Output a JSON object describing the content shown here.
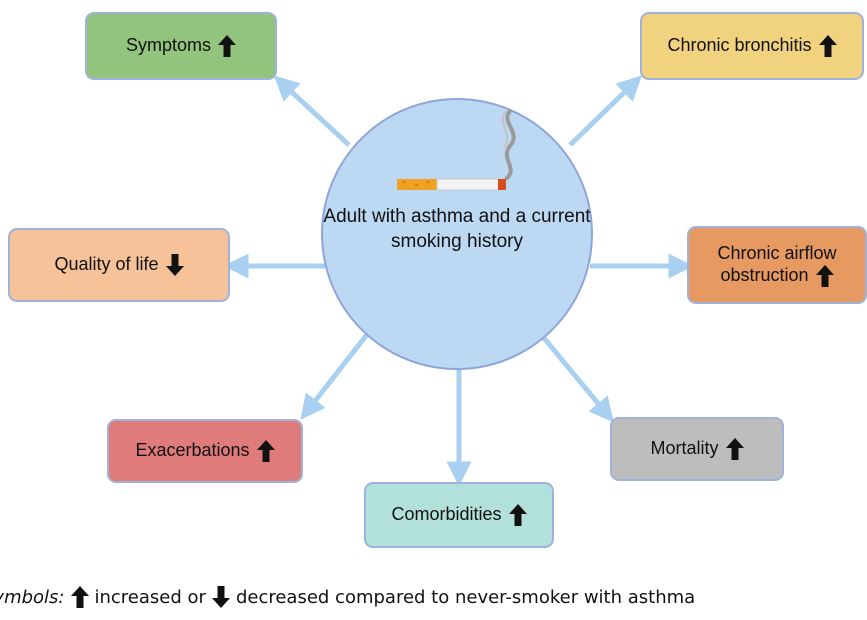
{
  "center": {
    "text": "Adult with asthma and a current smoking history",
    "icon": "cigarette-icon"
  },
  "outcomes": [
    {
      "id": "symptoms",
      "label": "Symptoms",
      "direction": "increased",
      "color": "#93c47d"
    },
    {
      "id": "chronic-bronchitis",
      "label": "Chronic bronchitis",
      "direction": "increased",
      "color": "#f0d27f"
    },
    {
      "id": "quality-of-life",
      "label": "Quality of life",
      "direction": "decreased",
      "color": "#f6c299"
    },
    {
      "id": "chronic-airflow-obstruction",
      "label_line1": "Chronic airflow",
      "label_line2": "obstruction",
      "direction": "increased",
      "color": "#e69a62"
    },
    {
      "id": "exacerbations",
      "label": "Exacerbations",
      "direction": "increased",
      "color": "#e07b7b"
    },
    {
      "id": "comorbidities",
      "label": "Comorbidities",
      "direction": "increased",
      "color": "#b2e1dc"
    },
    {
      "id": "mortality",
      "label": "Mortality",
      "direction": "increased",
      "color": "#bdbdbd"
    }
  ],
  "legend": {
    "label": "Symbols:",
    "increased_text": "increased or",
    "decreased_text": "decreased compared to never-smoker with asthma"
  },
  "colors": {
    "circle_fill": "#bcd8f2",
    "circle_border": "#8fa5d9",
    "connector": "#a9d0f0"
  }
}
